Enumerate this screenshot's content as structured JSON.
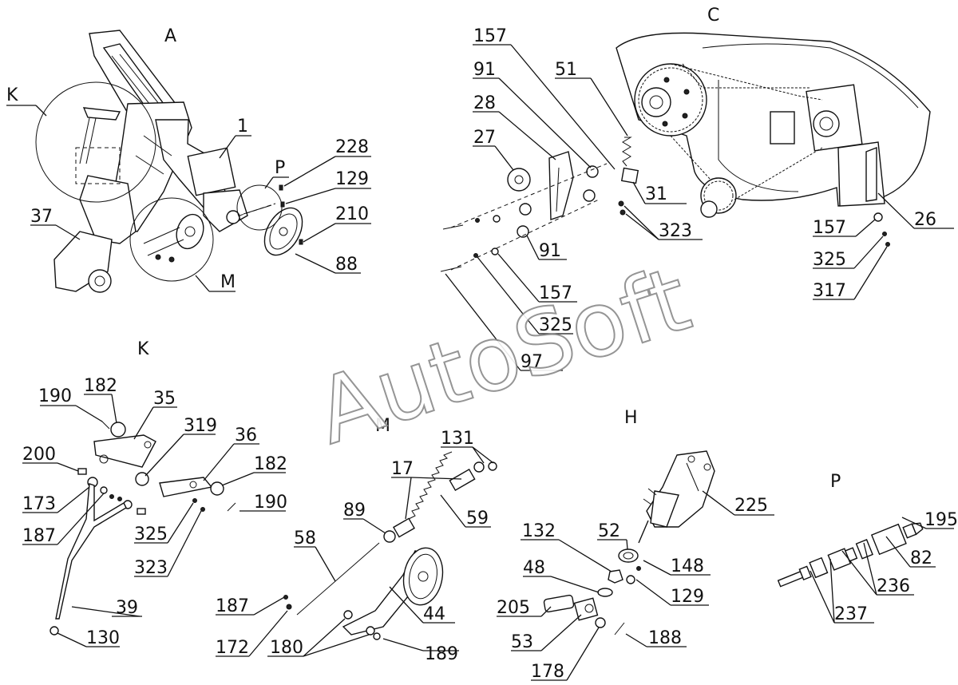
{
  "diagram": {
    "sections": {
      "A": "A",
      "C": "C",
      "K": "K",
      "M": "M",
      "H": "H",
      "P": "P"
    },
    "detail_marks": {
      "K": "K",
      "M": "M",
      "P": "P"
    },
    "watermark": "AutoSoft",
    "labels": {
      "a_1": "1",
      "a_228": "228",
      "a_129": "129",
      "a_210": "210",
      "a_88": "88",
      "a_37": "37",
      "c_157a": "157",
      "c_91a": "91",
      "c_51": "51",
      "c_28": "28",
      "c_27": "27",
      "c_31": "31",
      "c_323": "323",
      "c_91b": "91",
      "c_157b": "157",
      "c_325": "325",
      "c_97": "97",
      "c_157c": "157",
      "c_325b": "325",
      "c_317": "317",
      "c_26": "26",
      "k_190a": "190",
      "k_182a": "182",
      "k_35": "35",
      "k_319": "319",
      "k_36": "36",
      "k_200": "200",
      "k_182b": "182",
      "k_173": "173",
      "k_190b": "190",
      "k_187": "187",
      "k_325": "325",
      "k_323": "323",
      "k_39": "39",
      "k_130": "130",
      "m_131": "131",
      "m_17": "17",
      "m_89": "89",
      "m_59": "59",
      "m_58": "58",
      "m_187": "187",
      "m_44": "44",
      "m_172": "172",
      "m_180": "180",
      "m_189": "189",
      "h_225": "225",
      "h_132": "132",
      "h_52": "52",
      "h_148": "148",
      "h_48": "48",
      "h_129": "129",
      "h_205": "205",
      "h_53": "53",
      "h_188": "188",
      "h_178": "178",
      "p_195": "195",
      "p_82": "82",
      "p_236": "236",
      "p_237": "237"
    }
  }
}
